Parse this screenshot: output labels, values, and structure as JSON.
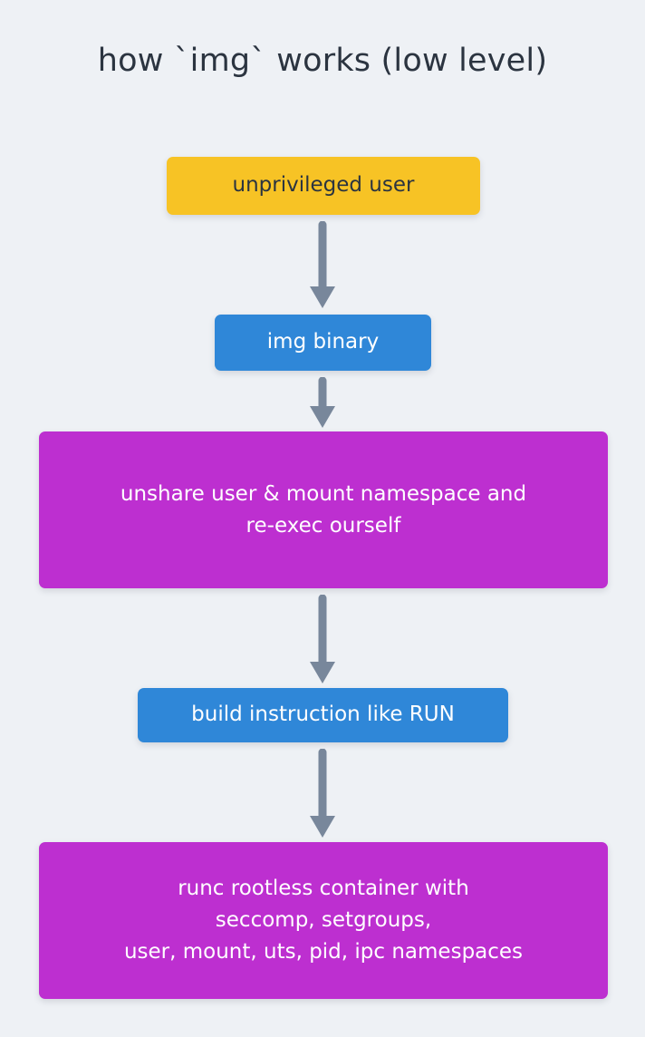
{
  "diagram": {
    "title": "how `img` works (low level)",
    "background_color": "#eef1f5",
    "title_color": "#2b3440",
    "arrow_color": "#78879b",
    "colors": {
      "yellow": "#f7c325",
      "blue": "#2f87d8",
      "magenta": "#bd2fd0",
      "text_dark": "#2b3440",
      "text_light": "#ffffff"
    },
    "nodes": [
      {
        "id": "unprivileged-user",
        "label": "unprivileged user",
        "color": "#f7c325",
        "text_color": "#2b3440"
      },
      {
        "id": "img-binary",
        "label": "img binary",
        "color": "#2f87d8",
        "text_color": "#ffffff"
      },
      {
        "id": "unshare",
        "label": "unshare user & mount namespace and\nre-exec ourself",
        "color": "#bd2fd0",
        "text_color": "#ffffff"
      },
      {
        "id": "build-instruction",
        "label": "build instruction like RUN",
        "color": "#2f87d8",
        "text_color": "#ffffff"
      },
      {
        "id": "runc",
        "label": "runc rootless container with\nseccomp, setgroups,\nuser, mount, uts, pid, ipc namespaces",
        "color": "#bd2fd0",
        "text_color": "#ffffff"
      }
    ],
    "edges": [
      {
        "id": "edge-1",
        "from": "unprivileged-user",
        "to": "img-binary",
        "label": ""
      },
      {
        "id": "edge-2",
        "from": "img-binary",
        "to": "unshare",
        "label": ""
      },
      {
        "id": "edge-3",
        "from": "unshare",
        "to": "build-instruction",
        "label": ""
      },
      {
        "id": "edge-4",
        "from": "build-instruction",
        "to": "runc",
        "label": ""
      }
    ]
  }
}
